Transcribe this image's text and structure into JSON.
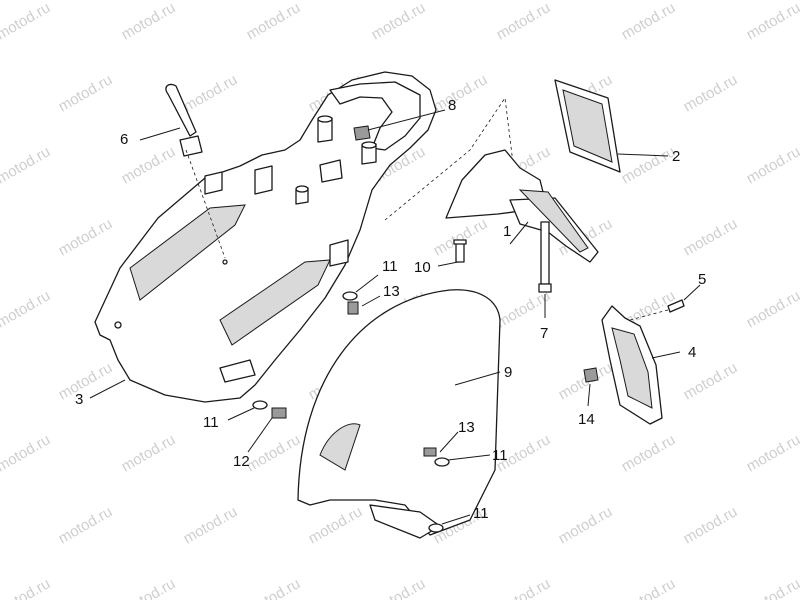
{
  "watermark": "motod.ru",
  "callouts": {
    "c1": "1",
    "c2": "2",
    "c3": "3",
    "c4": "4",
    "c5": "5",
    "c6": "6",
    "c7": "7",
    "c8": "8",
    "c9": "9",
    "c10": "10",
    "c11a": "11",
    "c11b": "11",
    "c11c": "11",
    "c11d": "11",
    "c12": "12",
    "c13a": "13",
    "c13b": "13",
    "c14": "14"
  }
}
